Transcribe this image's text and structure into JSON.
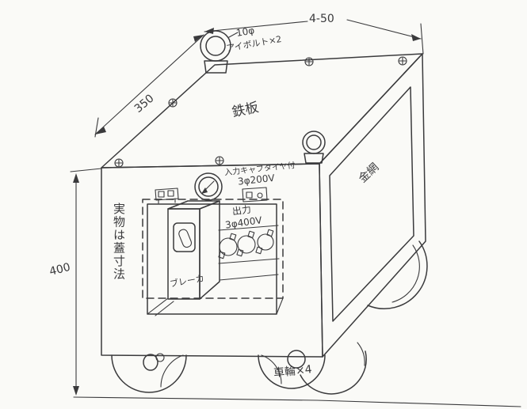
{
  "colors": {
    "ink": "#3a3a3c",
    "paper": "#fafaf7"
  },
  "dimensions": {
    "top_width": "4-50",
    "left_edge_depth": "350",
    "front_height": "400"
  },
  "labels": {
    "eyebolt_size": "10φ",
    "eyebolt": "アイボルト×2",
    "top_plate": "鉄板",
    "input_line1": "入力キャブタイヤ付",
    "input_line2": "3φ200V",
    "output_line1": "出力",
    "output_line2": "3φ400V",
    "breaker": "ブレーカ",
    "mesh_panel": "金網",
    "wheels": "車輪×4",
    "side_note_vertical": "実物は蓋寸法"
  }
}
